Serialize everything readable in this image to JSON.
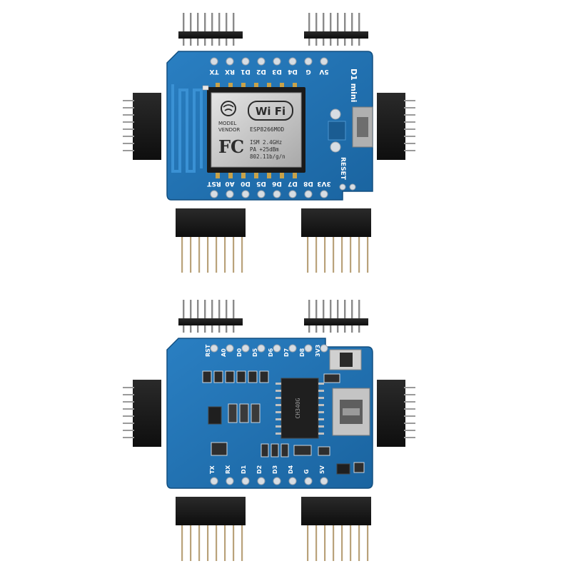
{
  "colors": {
    "pcb": "#1d6fb0",
    "pcb_dark": "#155a92",
    "pcb_edge": "#124f80",
    "header_plastic": "#1b1b1b",
    "pin_metal": "#b9a27a",
    "pad": "#d7dde3",
    "shield": "#c9c9c9",
    "chip": "#222222"
  },
  "top_board": {
    "pin_labels_top": [
      "TX",
      "RX",
      "D1",
      "D2",
      "D3",
      "D4",
      "G",
      "5V"
    ],
    "pin_labels_bottom": [
      "RST",
      "A0",
      "D0",
      "D5",
      "D6",
      "D7",
      "D8",
      "3V3"
    ],
    "board_name": "D1 mini",
    "reset_label": "RESET",
    "module": {
      "wifi_logo": "Wi Fi",
      "vendor_line1": "MODEL",
      "vendor_line2": "VENDOR",
      "model": "ESP8266MOD",
      "fcc": "FC",
      "spec1": "ISM 2.4GHz",
      "spec2": "PA  +25dBm",
      "spec3": "802.11b/g/n"
    }
  },
  "bottom_board": {
    "pin_labels_top": [
      "RST",
      "A0",
      "D0",
      "D5",
      "D6",
      "D7",
      "D8",
      "3V3"
    ],
    "pin_labels_bottom": [
      "TX",
      "RX",
      "D1",
      "D2",
      "D3",
      "D4",
      "G",
      "5V"
    ],
    "chip_text": "CH340G"
  }
}
